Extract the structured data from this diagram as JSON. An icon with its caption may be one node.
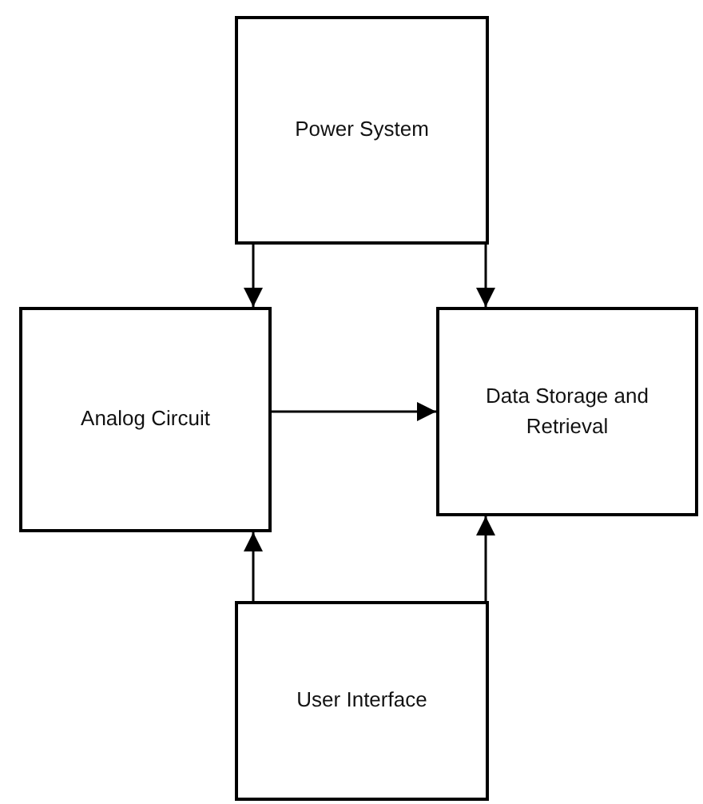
{
  "diagram": {
    "nodes": [
      {
        "text": [
          "Power System"
        ]
      },
      {
        "text": [
          "Analog Circuit"
        ]
      },
      {
        "text": [
          "Data Storage and Retrieval"
        ]
      },
      {
        "text": [
          "User Interface"
        ]
      }
    ],
    "edges": [
      {
        "from": 0,
        "to": 1,
        "arrow": "to"
      },
      {
        "from": 0,
        "to": 2,
        "arrow": "to"
      },
      {
        "from": 1,
        "to": 2,
        "arrow": "to"
      },
      {
        "from": 3,
        "to": 1,
        "arrow": "to"
      },
      {
        "from": 3,
        "to": 2,
        "arrow": "to"
      }
    ]
  }
}
